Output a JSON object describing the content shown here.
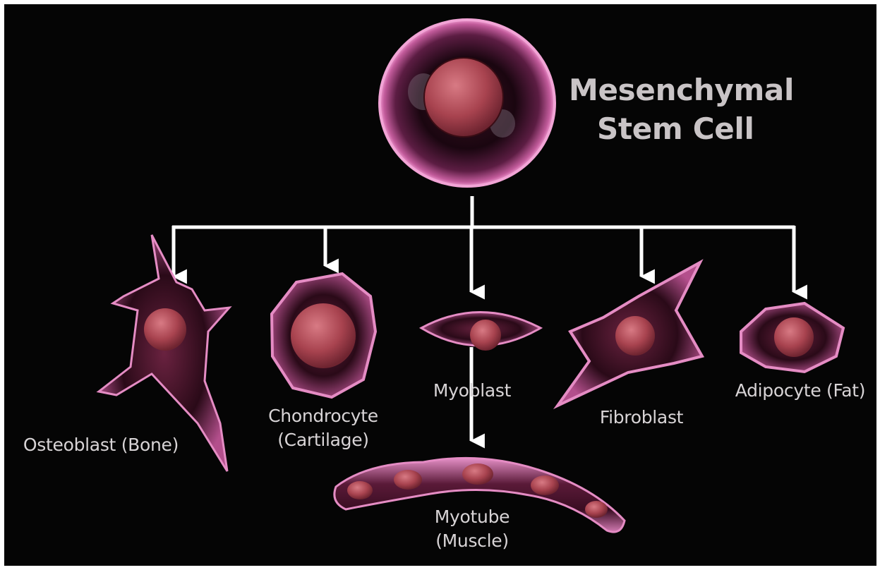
{
  "title": {
    "line1": "Mesenchymal",
    "line2": "Stem Cell"
  },
  "cells": [
    {
      "key": "osteoblast",
      "label": "Osteoblast (Bone)"
    },
    {
      "key": "chondrocyte",
      "line1": "Chondrocyte",
      "line2": "(Cartilage)"
    },
    {
      "key": "myoblast",
      "label": "Myoblast"
    },
    {
      "key": "fibroblast",
      "label": "Fibroblast"
    },
    {
      "key": "adipocyte",
      "label": "Adipocyte (Fat)"
    },
    {
      "key": "myotube",
      "line1": "Myotube",
      "line2": "(Muscle)"
    }
  ],
  "colors": {
    "background": "#050505",
    "membrane": "#e07ab8",
    "nucleus": "#b5505e",
    "arrow": "#ffffff",
    "label": "#d8d4d6"
  }
}
